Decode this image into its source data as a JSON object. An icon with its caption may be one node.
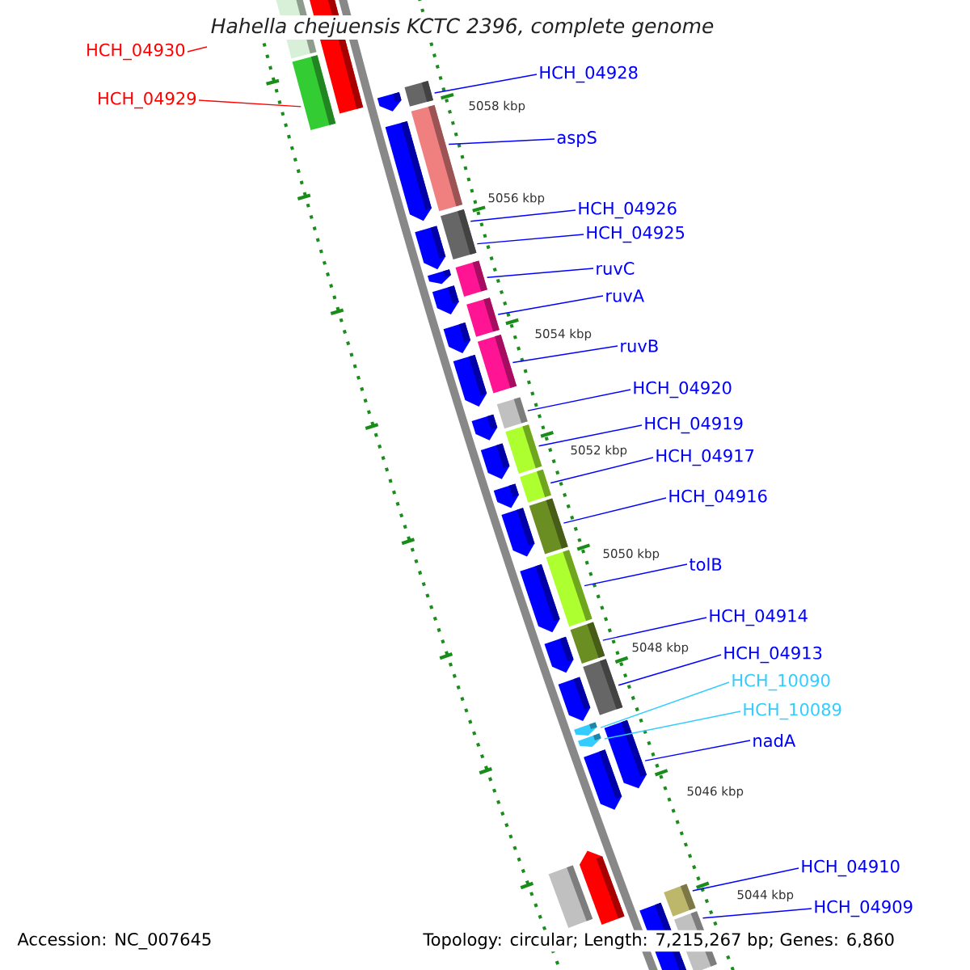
{
  "diagram": {
    "title": "Hahella chejuensis KCTC 2396, complete genome",
    "nodes": [
      {
        "text": [
          "HCH_04930"
        ]
      },
      {
        "text": [
          "HCH_04929"
        ]
      },
      {
        "text": [
          "HCH_04928"
        ]
      },
      {
        "text": [
          "aspS"
        ]
      },
      {
        "text": [
          "HCH_04926"
        ]
      },
      {
        "text": [
          "HCH_04925"
        ]
      },
      {
        "text": [
          "ruvC"
        ]
      },
      {
        "text": [
          "ruvA"
        ]
      },
      {
        "text": [
          "ruvB"
        ]
      },
      {
        "text": [
          "HCH_04920"
        ]
      },
      {
        "text": [
          "HCH_04919"
        ]
      },
      {
        "text": [
          "HCH_04917"
        ]
      },
      {
        "text": [
          "HCH_04916"
        ]
      },
      {
        "text": [
          "tolB"
        ]
      },
      {
        "text": [
          "HCH_04914"
        ]
      },
      {
        "text": [
          "HCH_04913"
        ]
      },
      {
        "text": [
          "HCH_10090"
        ]
      },
      {
        "text": [
          "HCH_10089"
        ]
      },
      {
        "text": [
          "nadA"
        ]
      },
      {
        "text": [
          "HCH_04910"
        ]
      },
      {
        "text": [
          "HCH_04909"
        ]
      },
      {
        "text": [],
        "shape": "box"
      },
      {
        "text": [],
        "shape": "box"
      },
      {
        "text": [],
        "shape": "box"
      },
      {
        "text": [],
        "shape": "box"
      },
      {
        "text": [],
        "shape": "pentagon"
      },
      {
        "text": [],
        "shape": "box"
      },
      {
        "text": [],
        "shape": "pentagon"
      },
      {
        "text": [],
        "shape": "box"
      },
      {
        "text": [],
        "shape": "pentagon"
      },
      {
        "text": [],
        "shape": "pentagon"
      },
      {
        "text": [],
        "shape": "box"
      },
      {
        "text": [],
        "shape": "pentagon"
      },
      {
        "text": [],
        "shape": "box"
      },
      {
        "text": [],
        "shape": "pentagon"
      },
      {
        "text": [],
        "shape": "box"
      },
      {
        "text": [],
        "shape": "pentagon"
      },
      {
        "text": [],
        "shape": "box"
      },
      {
        "text": [],
        "shape": "pentagon"
      },
      {
        "text": [],
        "shape": "box"
      },
      {
        "text": [],
        "shape": "pentagon"
      },
      {
        "text": [],
        "shape": "box"
      },
      {
        "text": [],
        "shape": "pentagon"
      },
      {
        "text": [],
        "shape": "pentagon"
      },
      {
        "text": [],
        "shape": "box"
      },
      {
        "text": [],
        "shape": "box"
      },
      {
        "text": [],
        "shape": "pentagon"
      },
      {
        "text": [],
        "shape": "box"
      },
      {
        "text": [],
        "shape": "pentagon"
      },
      {
        "text": [],
        "shape": "box"
      },
      {
        "text": [],
        "shape": "pentagon"
      },
      {
        "text": [],
        "shape": "pentagon"
      },
      {
        "text": [],
        "shape": "pentagon"
      },
      {
        "text": [],
        "shape": "pentagon"
      },
      {
        "text": [],
        "shape": "pentagon"
      },
      {
        "text": [],
        "shape": "pentagon"
      },
      {
        "text": [],
        "shape": "box"
      },
      {
        "text": [],
        "shape": "box"
      },
      {
        "text": [],
        "shape": "box"
      },
      {
        "text": [],
        "shape": "box"
      }
    ],
    "edges": [
      {
        "from": 0,
        "to": null,
        "arrow": "none",
        "color": "#ff0000"
      },
      {
        "from": 1,
        "to": 23,
        "arrow": "none",
        "color": "#ff0000"
      },
      {
        "from": 2,
        "to": 24,
        "arrow": "none"
      },
      {
        "from": 3,
        "to": 26,
        "arrow": "none"
      },
      {
        "from": 4,
        "to": 28,
        "arrow": "none"
      },
      {
        "from": 5,
        "to": 28,
        "arrow": "none"
      },
      {
        "from": 6,
        "to": 31,
        "arrow": "none"
      },
      {
        "from": 7,
        "to": 33,
        "arrow": "none"
      },
      {
        "from": 8,
        "to": 35,
        "arrow": "none"
      },
      {
        "from": 9,
        "to": 37,
        "arrow": "none"
      },
      {
        "from": 10,
        "to": 39,
        "arrow": "none"
      },
      {
        "from": 11,
        "to": 41,
        "arrow": "none"
      },
      {
        "from": 12,
        "to": 44,
        "arrow": "none"
      },
      {
        "from": 13,
        "to": 45,
        "arrow": "none"
      },
      {
        "from": 14,
        "to": 47,
        "arrow": "none"
      },
      {
        "from": 15,
        "to": 49,
        "arrow": "none"
      },
      {
        "from": 16,
        "to": 51,
        "arrow": "none",
        "color": "#33ccff"
      },
      {
        "from": 17,
        "to": 53,
        "arrow": "none",
        "color": "#33ccff"
      },
      {
        "from": 18,
        "to": 52,
        "arrow": "none"
      },
      {
        "from": 19,
        "to": 57,
        "arrow": "none"
      },
      {
        "from": 20,
        "to": 59,
        "arrow": "none"
      }
    ],
    "labels": [
      "5058 kbp",
      "5056 kbp",
      "5054 kbp",
      "5052 kbp",
      "5050 kbp",
      "5048 kbp",
      "5046 kbp",
      "5044 kbp",
      "Accession: NC_007645",
      "Topology: circular; Length: 7,215,267 bp; Genes: 6,860"
    ]
  }
}
